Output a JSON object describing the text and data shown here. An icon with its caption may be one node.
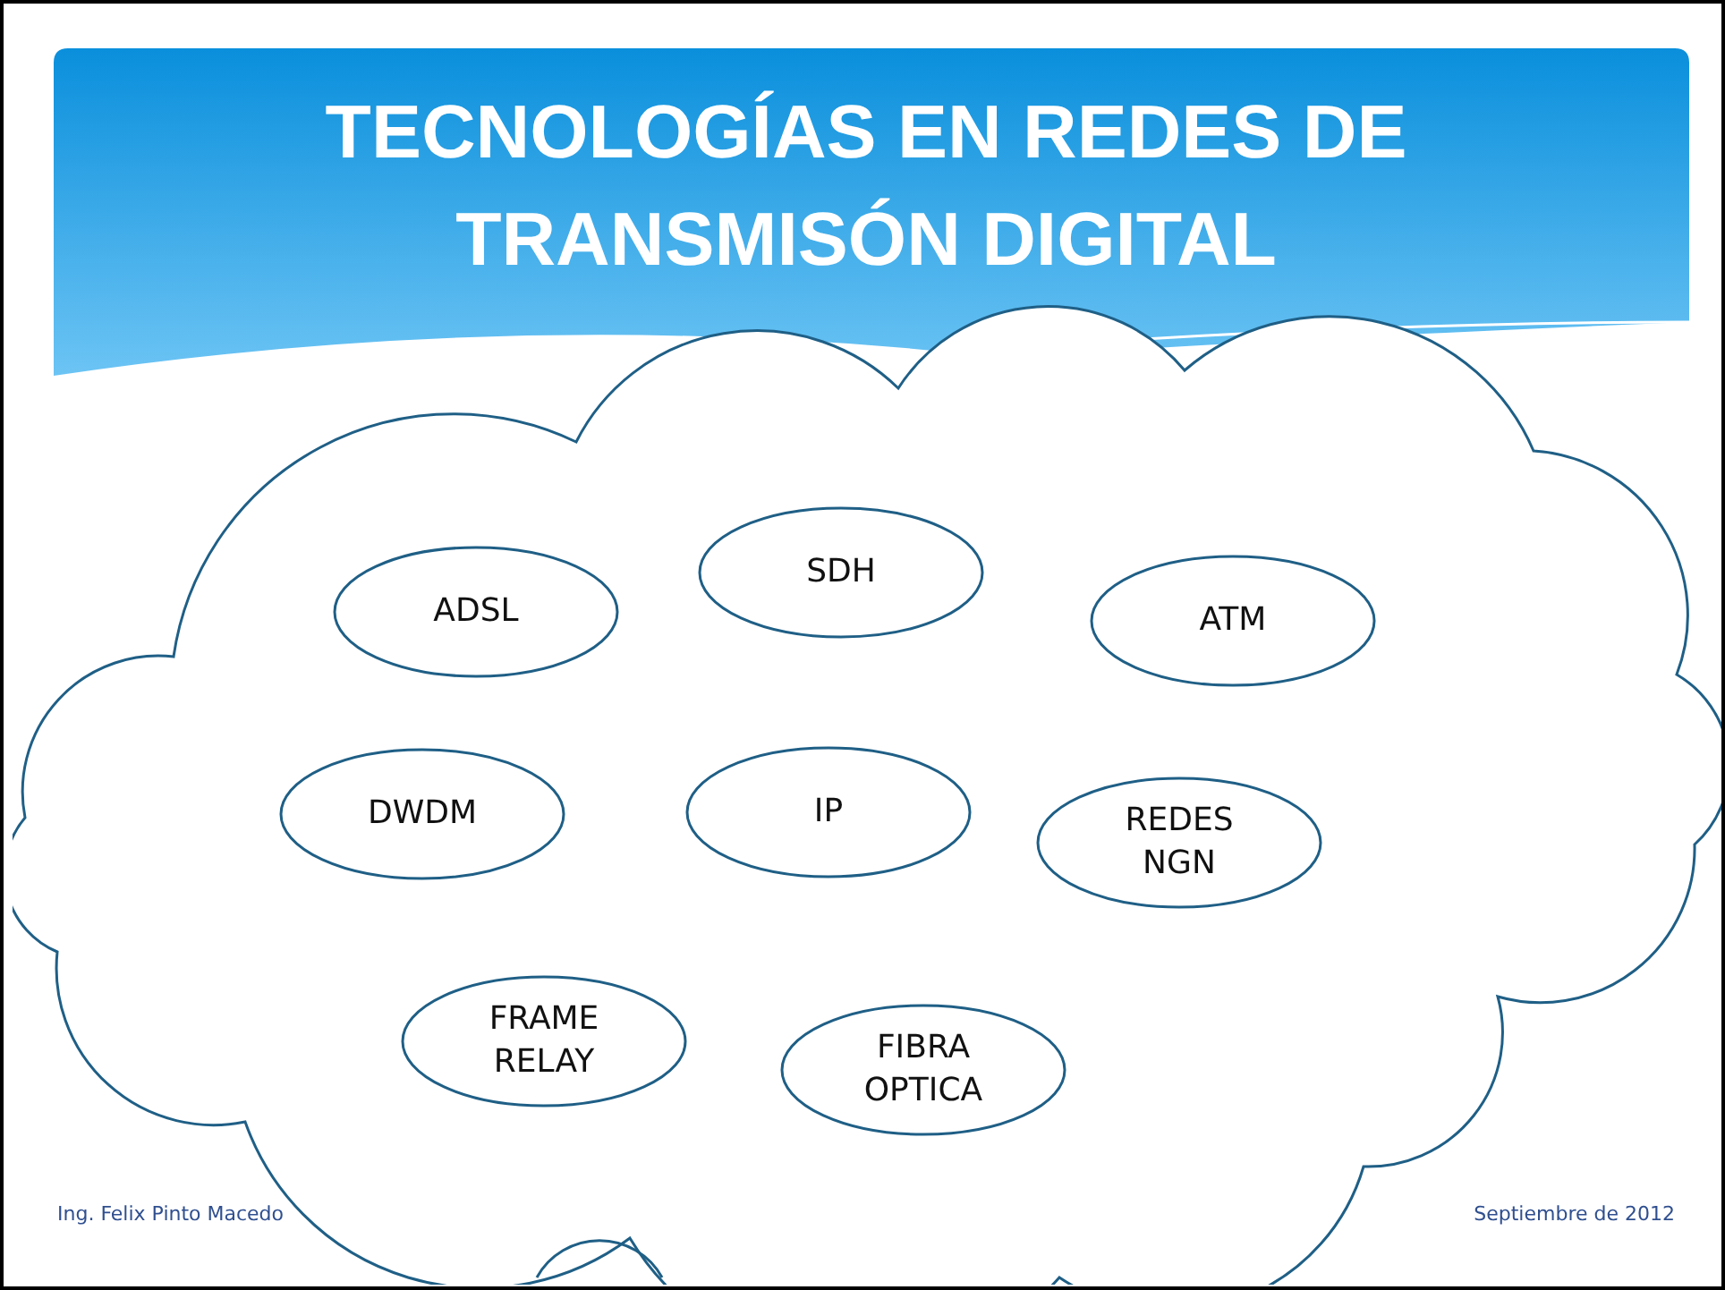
{
  "diagram": {
    "title": "TECNOLOGÍAS EN REDES DE TRANSMISÓN DIGITAL",
    "nodes": [
      {
        "text": [],
        "shape": "cloud"
      },
      {
        "text": [
          "ADSL"
        ],
        "in": 0
      },
      {
        "text": [
          "SDH"
        ],
        "in": 0
      },
      {
        "text": [
          "ATM"
        ],
        "in": 0
      },
      {
        "text": [
          "DWDM"
        ],
        "in": 0
      },
      {
        "text": [
          "IP"
        ],
        "in": 0
      },
      {
        "text": [
          "REDES NGN"
        ],
        "in": 0
      },
      {
        "text": [
          "FRAME RELAY"
        ],
        "in": 0
      },
      {
        "text": [
          "FIBRA OPTICA"
        ],
        "in": 0
      }
    ],
    "labels": [
      "Ing. Felix Pinto Macedo",
      "Septiembre de 2012"
    ]
  }
}
